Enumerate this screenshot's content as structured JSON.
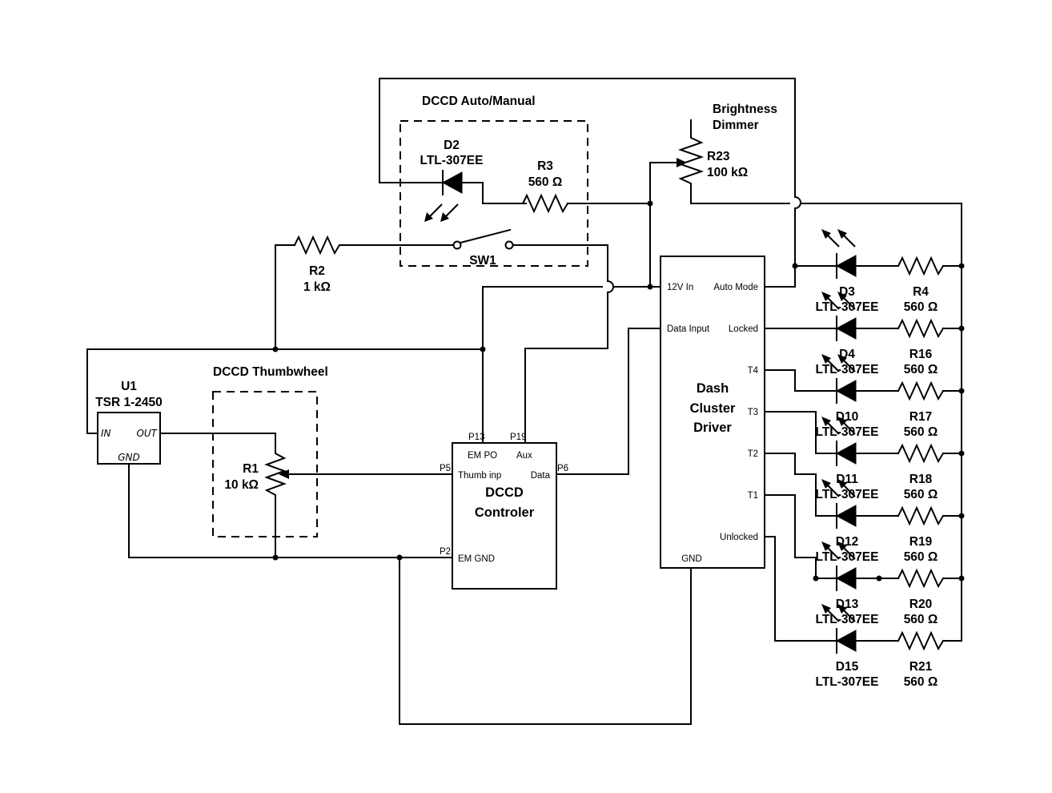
{
  "title": "DCCD Dash Cluster Schematic",
  "groups": {
    "auto_manual": "DCCD Auto/Manual",
    "thumbwheel": "DCCD Thumbwheel",
    "brightness_line1": "Brightness",
    "brightness_line2": "Dimmer"
  },
  "components": {
    "D2": {
      "ref": "D2",
      "value": "LTL-307EE"
    },
    "R3": {
      "ref": "R3",
      "value": "560 Ω"
    },
    "SW1": {
      "ref": "SW1"
    },
    "R2": {
      "ref": "R2",
      "value": "1 kΩ"
    },
    "R23": {
      "ref": "R23",
      "value": "100 kΩ"
    },
    "R1": {
      "ref": "R1",
      "value": "10 kΩ"
    },
    "U1": {
      "ref": "U1",
      "value": "TSR 1-2450",
      "pins": {
        "in": "IN",
        "out": "OUT",
        "gnd": "GND"
      }
    },
    "controller": {
      "name_line1": "DCCD",
      "name_line2": "Controler",
      "pins": {
        "p13": "P13",
        "p19": "P19",
        "p5": "P5",
        "p6": "P6",
        "p2": "P2"
      },
      "pin_labels": {
        "em_po": "EM PO",
        "aux": "Aux",
        "thumb_inp": "Thumb inp",
        "data": "Data",
        "em_gnd": "EM GND"
      }
    },
    "driver": {
      "name_line1": "Dash",
      "name_line2": "Cluster",
      "name_line3": "Driver",
      "pin_labels": {
        "v12_in": "12V In",
        "auto_mode": "Auto Mode",
        "data_input": "Data Input",
        "locked": "Locked",
        "t4": "T4",
        "t3": "T3",
        "t2": "T2",
        "t1": "T1",
        "unlocked": "Unlocked",
        "gnd": "GND"
      }
    },
    "led_rows": [
      {
        "diode": "D3",
        "diode_value": "LTL-307EE",
        "resistor": "R4",
        "resistor_value": "560 Ω"
      },
      {
        "diode": "D4",
        "diode_value": "LTL-307EE",
        "resistor": "R16",
        "resistor_value": "560 Ω"
      },
      {
        "diode": "D10",
        "diode_value": "LTL-307EE",
        "resistor": "R17",
        "resistor_value": "560 Ω"
      },
      {
        "diode": "D11",
        "diode_value": "LTL-307EE",
        "resistor": "R18",
        "resistor_value": "560 Ω"
      },
      {
        "diode": "D12",
        "diode_value": "LTL-307EE",
        "resistor": "R19",
        "resistor_value": "560 Ω"
      },
      {
        "diode": "D13",
        "diode_value": "LTL-307EE",
        "resistor": "R20",
        "resistor_value": "560 Ω"
      },
      {
        "diode": "D15",
        "diode_value": "LTL-307EE",
        "resistor": "R21",
        "resistor_value": "560 Ω"
      }
    ]
  }
}
